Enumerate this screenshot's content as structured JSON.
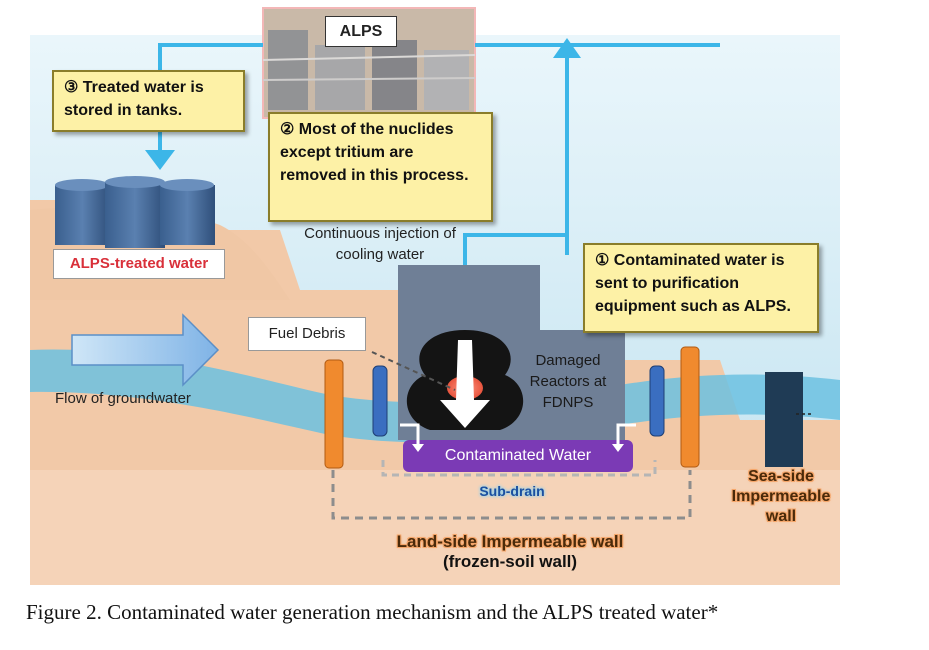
{
  "alps_label": "ALPS",
  "step3": "③ Treated water is stored in tanks.",
  "step2": "② Most of the nuclides except tritium are removed in this process.",
  "step1": "① Contaminated water is sent to purification equipment such as ALPS.",
  "alps_treated_water": "ALPS-treated water",
  "cooling_injection": "Continuous injection of cooling water",
  "fuel_debris": "Fuel Debris",
  "damaged_reactors": "Damaged Reactors at FDNPS",
  "groundwater_flow": "Flow of groundwater",
  "contaminated_water": "Contaminated Water",
  "sub_drain": "Sub-drain",
  "sea_side_wall": "Sea-side Impermeable wall",
  "land_side_wall": "Land-side Impermeable wall",
  "frozen_soil_wall": "(frozen-soil wall)",
  "caption": "Figure 2. Contaminated water generation mechanism and the ALPS treated water*",
  "colors": {
    "sky": "#cfe8f3",
    "ground": "#f2c9a8",
    "river": "#6cc1e0",
    "pipe": "#3cb6e8",
    "reactor_building": "#6f7f96",
    "contaminated": "#7b3ab5",
    "wall_orange": "#f08a2e",
    "wall_blue": "#3a6ec0",
    "label_yellow": "#fdf1a6",
    "red_text": "#d9303a"
  }
}
